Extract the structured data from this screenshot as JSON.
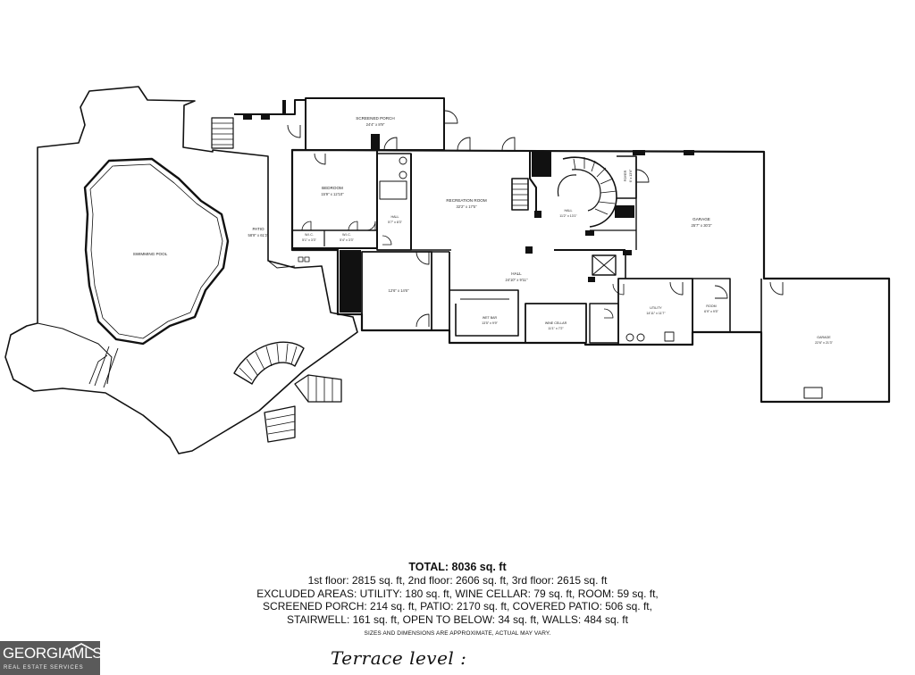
{
  "rooms": {
    "screened_porch": {
      "name": "SCREENED PORCH",
      "dims": "24'4\" x 8'9\""
    },
    "bedroom": {
      "name": "BEDROOM",
      "dims": "15'9\" x 12'10\""
    },
    "wic_1": {
      "name": "W.I.C.",
      "dims": "5'1\" x 3'3\""
    },
    "wic_2": {
      "name": "W.I.C.",
      "dims": "5'4\" x 3'3\""
    },
    "bath_hall": {
      "name": "HALL",
      "dims": "5'7\" x 8'3\""
    },
    "recreation_room": {
      "name": "RECREATION ROOM",
      "dims": "32'2\" x 17'5\""
    },
    "hall_upper": {
      "name": "HALL",
      "dims": "11'2\" x 13'1\""
    },
    "foyer": {
      "name": "FOYER",
      "dims": "6' x 13'6\""
    },
    "garage_main": {
      "name": "GARAGE",
      "dims": "25'7\" x 30'3\""
    },
    "patio": {
      "name": "PATIO",
      "dims": "58'9\" x 61'2\""
    },
    "swimming_pool": {
      "name": "SWIMMING POOL"
    },
    "room_12": {
      "dims": "12'6\" x 14'6\""
    },
    "hall_center": {
      "name": "HALL",
      "dims": "24'10\" x 9'11\""
    },
    "wet_bar": {
      "name": "WET BAR",
      "dims": "13'5\" x 9'9\""
    },
    "wine_cellar": {
      "name": "WINE CELLAR",
      "dims": "11'1\" x 7'2\""
    },
    "utility": {
      "name": "UTILITY",
      "dims": "14'11\" x 11'7\""
    },
    "room_small": {
      "name": "ROOM",
      "dims": "6'9\" x 9'5\""
    },
    "garage_side": {
      "name": "GARAGE",
      "dims": "22'6\" x 21'3\""
    }
  },
  "stats": {
    "total": "TOTAL: 8036 sq. ft",
    "lines": [
      "1st floor: 2815 sq. ft, 2nd floor: 2606 sq. ft, 3rd floor: 2615 sq. ft",
      "EXCLUDED AREAS: UTILITY: 180 sq. ft, WINE CELLAR: 79 sq. ft, ROOM: 59 sq. ft,",
      "SCREENED PORCH: 214 sq. ft, PATIO: 2170 sq. ft, COVERED PATIO: 506 sq. ft,",
      "STAIRWELL: 161 sq. ft, OPEN TO BELOW: 34 sq. ft, WALLS: 484 sq. ft"
    ],
    "disclaimer": "SIZES AND DIMENSIONS ARE APPROXIMATE, ACTUAL MAY VARY."
  },
  "handwritten_note": "Terrace level :",
  "logo": {
    "wordmark": "GEORGIAMLS",
    "tagline": "REAL ESTATE SERVICES"
  }
}
